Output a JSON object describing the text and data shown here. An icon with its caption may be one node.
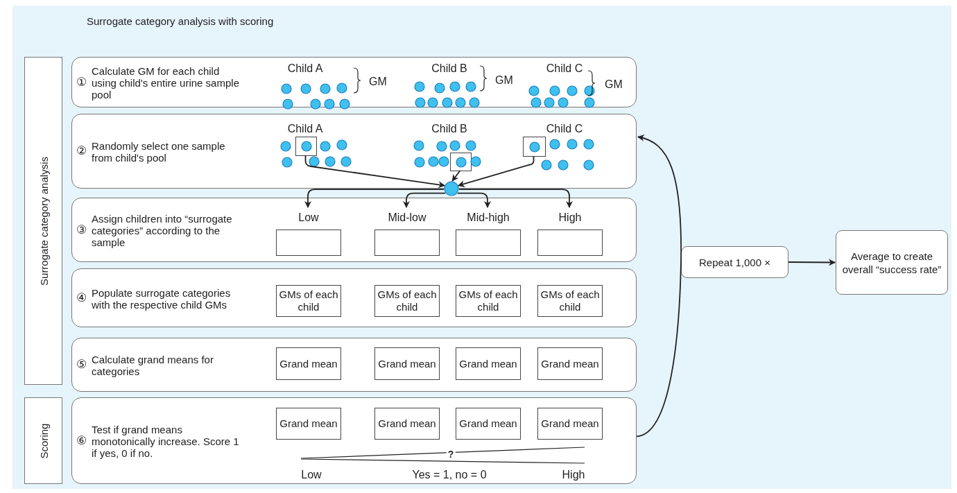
{
  "diagram": {
    "title": "Surrogate category analysis with scoring",
    "nodes": [
      {
        "text": [
          "Surrogate category analysis"
        ]
      },
      {
        "text": [
          "Scoring"
        ]
      },
      {
        "text": [
          "①",
          "Calculate GM for each child using child's entire urine sample pool"
        ]
      },
      {
        "text": [
          "②",
          "Randomly select one sample from child's pool"
        ]
      },
      {
        "text": [],
        "shape": "box",
        "in": 3
      },
      {
        "text": [],
        "shape": "box",
        "in": 3
      },
      {
        "text": [],
        "shape": "box",
        "in": 3
      },
      {
        "text": [],
        "shape": "circle"
      },
      {
        "text": [
          "③",
          "Assign children into “surrogate categories” according to the sample"
        ]
      },
      {
        "text": [],
        "shape": "box",
        "in": 8,
        "beside": [
          "Low"
        ]
      },
      {
        "text": [],
        "shape": "box",
        "in": 8,
        "beside": [
          "Mid-low"
        ]
      },
      {
        "text": [],
        "shape": "box",
        "in": 8,
        "beside": [
          "Mid-high"
        ]
      },
      {
        "text": [],
        "shape": "box",
        "in": 8,
        "beside": [
          "High"
        ]
      },
      {
        "text": [
          "④",
          "Populate surrogate categories with the respective child GMs"
        ]
      },
      {
        "text": [
          "GMs of each child"
        ],
        "in": 13
      },
      {
        "text": [
          "GMs of each child"
        ],
        "in": 13
      },
      {
        "text": [
          "GMs of each child"
        ],
        "in": 13
      },
      {
        "text": [
          "GMs of each child"
        ],
        "in": 13
      },
      {
        "text": [
          "⑤",
          "Calculate grand means for categories"
        ]
      },
      {
        "text": [
          "Grand mean"
        ],
        "in": 18
      },
      {
        "text": [
          "Grand mean"
        ],
        "in": 18
      },
      {
        "text": [
          "Grand mean"
        ],
        "in": 18
      },
      {
        "text": [
          "Grand mean"
        ],
        "in": 18
      },
      {
        "text": [
          "⑥",
          "Test if grand means monotonically increase. Score 1 if yes, 0 if no."
        ]
      },
      {
        "text": [
          "Grand mean"
        ],
        "in": 23
      },
      {
        "text": [
          "Grand mean"
        ],
        "in": 23
      },
      {
        "text": [
          "Grand mean"
        ],
        "in": 23
      },
      {
        "text": [
          "Grand mean"
        ],
        "in": 23
      },
      {
        "text": [
          "Repeat 1,000 ×"
        ]
      },
      {
        "text": [
          "Average to create overall “success rate”"
        ]
      }
    ],
    "edges": [
      {
        "from": 4,
        "to": 7,
        "arrow": "to"
      },
      {
        "from": 5,
        "to": 7,
        "arrow": "to"
      },
      {
        "from": 6,
        "to": 7,
        "arrow": "to"
      },
      {
        "from": 7,
        "to": 9,
        "arrow": "to"
      },
      {
        "from": 7,
        "to": 10,
        "arrow": "to"
      },
      {
        "from": 7,
        "to": 11,
        "arrow": "to"
      },
      {
        "from": 7,
        "to": 12,
        "arrow": "to"
      },
      {
        "from": 23,
        "to": 28,
        "arrow": "none"
      },
      {
        "from": 28,
        "to": 3,
        "arrow": "to"
      },
      {
        "from": 28,
        "to": 29,
        "arrow": "to"
      }
    ],
    "labels": [
      "Child A",
      "GM",
      "Child B",
      "GM",
      "Child C",
      "GM",
      "Child A",
      "Child B",
      "Child C",
      "?",
      "Low",
      "Yes = 1, no = 0",
      "High"
    ]
  }
}
